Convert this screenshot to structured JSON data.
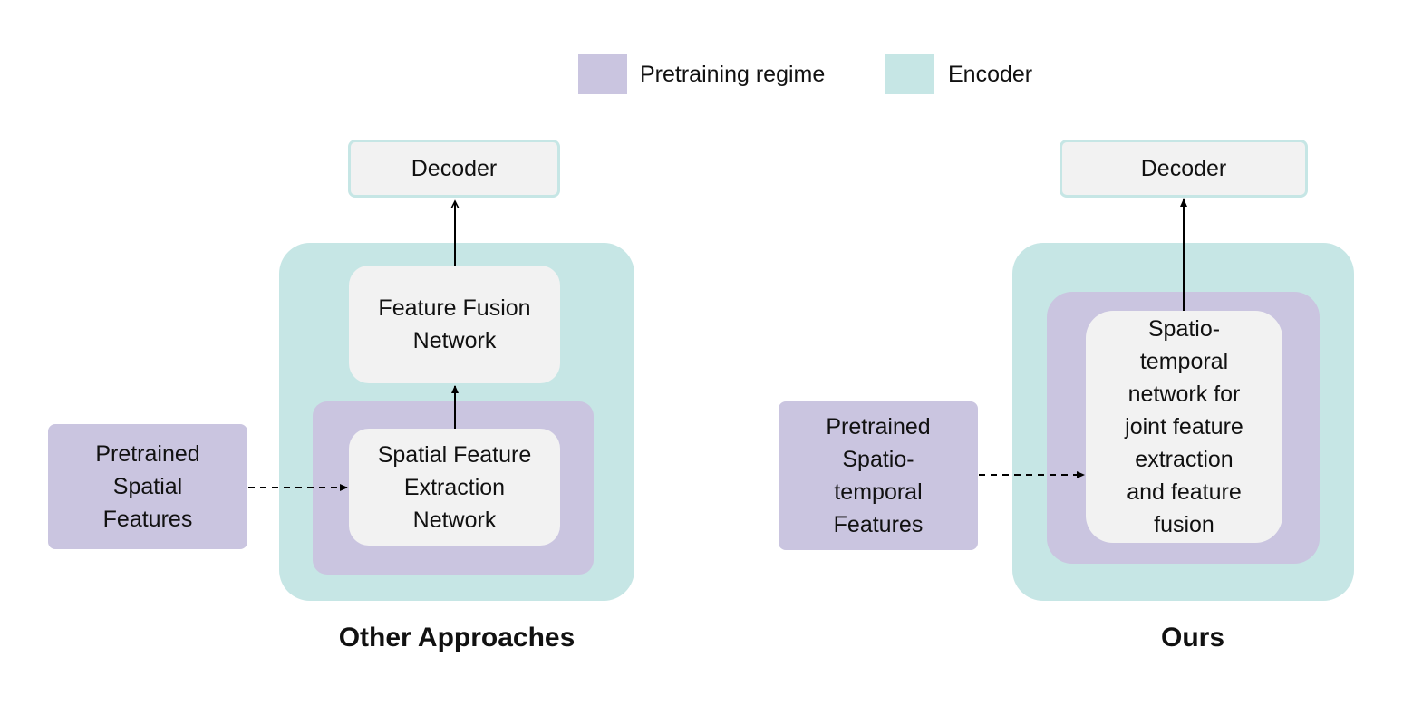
{
  "legend": {
    "items": [
      {
        "label": "Pretraining regime",
        "color": "#cac5e0"
      },
      {
        "label": "Encoder",
        "color": "#c6e6e5"
      }
    ]
  },
  "left_panel": {
    "decoder_label": "Decoder",
    "fusion_label": "Feature Fusion\nNetwork",
    "extraction_label": "Spatial Feature\nExtraction\nNetwork",
    "input_label": "Pretrained\nSpatial\nFeatures",
    "caption": "Other Approaches"
  },
  "right_panel": {
    "decoder_label": "Decoder",
    "network_label": "Spatio-\ntemporal\nnetwork for\njoint feature\nextraction\nand feature\nfusion",
    "input_label": "Pretrained\nSpatio-\ntemporal\nFeatures",
    "caption": "Ours"
  },
  "colors": {
    "pretraining": "#cac5e0",
    "encoder": "#c6e6e5",
    "box_fill": "#f2f2f2",
    "arrow": "#000000"
  }
}
